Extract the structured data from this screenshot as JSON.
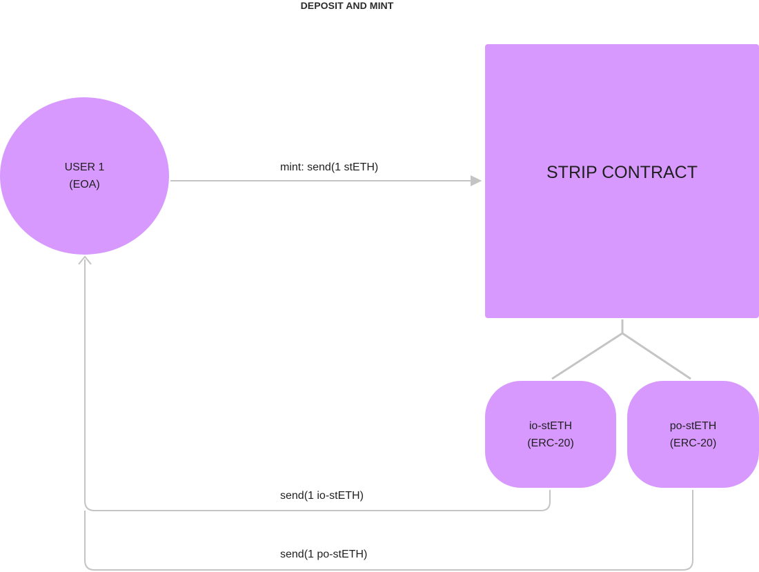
{
  "diagram": {
    "title": "DEPOSIT AND MINT",
    "nodes": {
      "user": {
        "line1": "USER 1",
        "line2": "(EOA)"
      },
      "contract": {
        "label": "STRIP CONTRACT"
      },
      "io_token": {
        "line1": "io-stETH",
        "line2": "(ERC-20)"
      },
      "po_token": {
        "line1": "po-stETH",
        "line2": "(ERC-20)"
      }
    },
    "edges": {
      "mint": "mint: send(1 stETH)",
      "send_io": "send(1 io-stETH)",
      "send_po": "send(1 po-stETH)"
    },
    "colors": {
      "node_fill": "#d899ff",
      "connector": "#c4c4c4"
    }
  }
}
